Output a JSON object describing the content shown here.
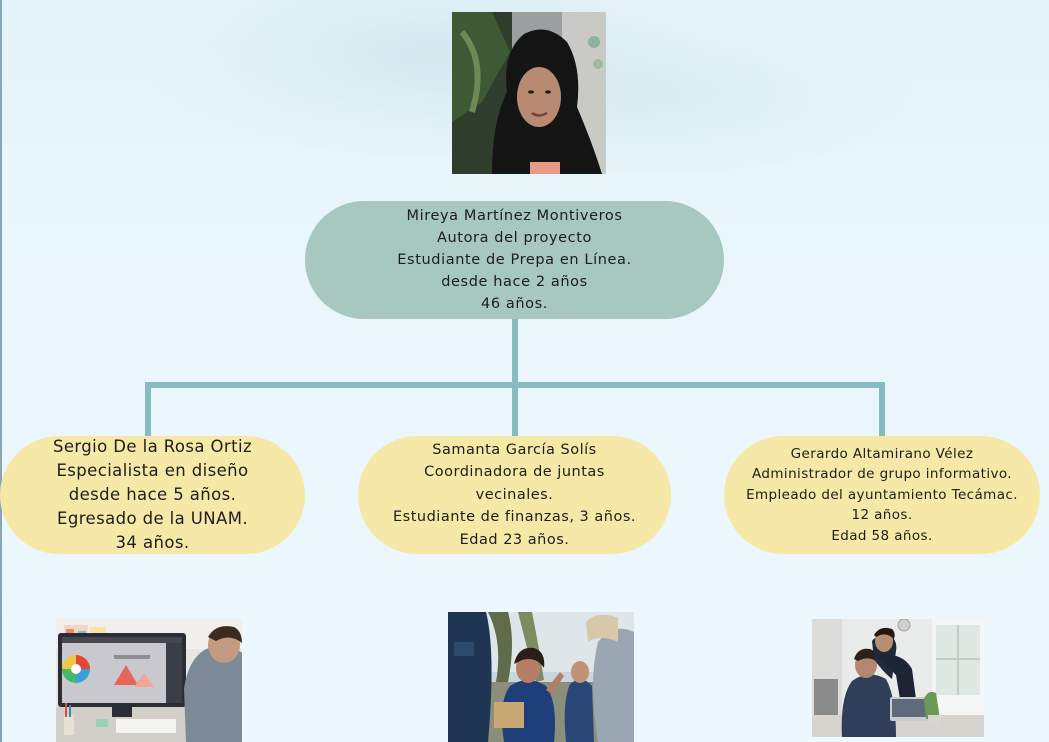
{
  "root": {
    "lines": [
      "Mireya Martínez Montiveros",
      "Autora del proyecto",
      "Estudiante de Prepa en Línea.",
      "desde hace 2 años",
      "46 años."
    ]
  },
  "children": [
    {
      "lines": [
        "Sergio De la Rosa Ortiz",
        "Especialista en diseño",
        "desde hace 5 años.",
        "Egresado de la UNAM.",
        "34 años."
      ]
    },
    {
      "lines": [
        "Samanta García Solís",
        "Coordinadora de juntas",
        "vecinales.",
        "Estudiante de finanzas, 3 años.",
        "Edad 23 años."
      ]
    },
    {
      "lines": [
        "Gerardo Altamirano Vélez",
        "Administrador de grupo informativo.",
        "Empleado del ayuntamiento Tecámac.",
        "12 años.",
        "Edad 58 años."
      ]
    }
  ],
  "colors": {
    "root_node": "#a6c8bf",
    "child_node": "#f6e9a8",
    "connector": "#86bcc0",
    "background": "#eaf6fc"
  }
}
